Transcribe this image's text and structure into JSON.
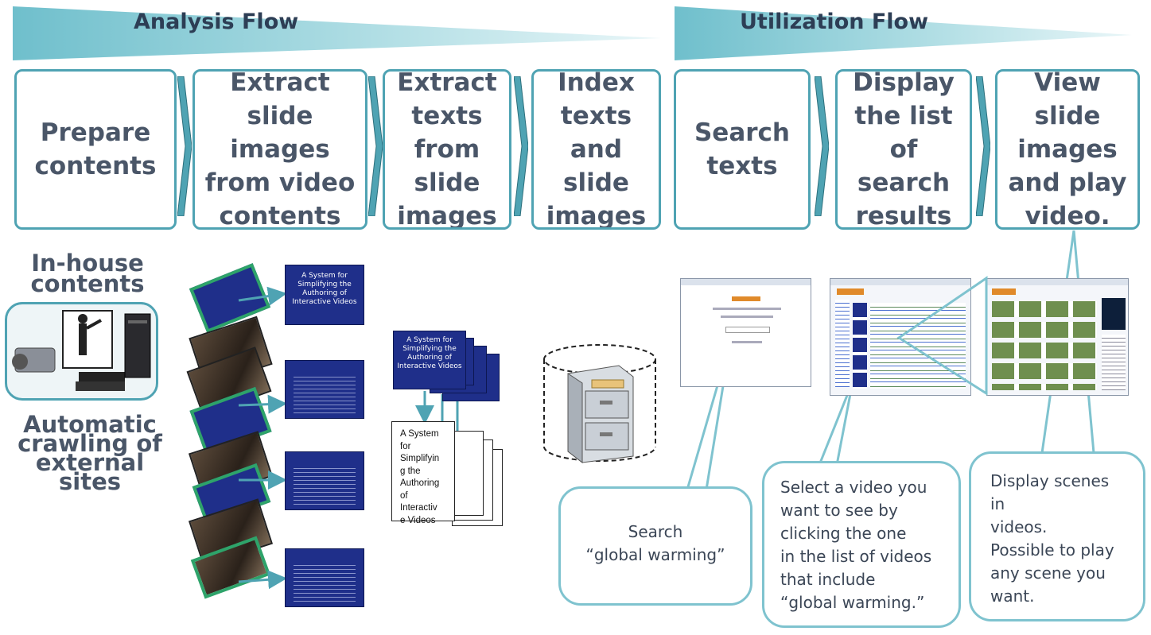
{
  "flows": {
    "analysis": {
      "title": "Analysis Flow"
    },
    "utilization": {
      "title": "Utilization Flow"
    }
  },
  "steps": [
    {
      "label": "Prepare\ncontents"
    },
    {
      "label": "Extract\nslide\nimages\nfrom video\ncontents"
    },
    {
      "label": "Extract\ntexts\nfrom\nslide\nimages"
    },
    {
      "label": "Index\ntexts\nand\nslide\nimages"
    },
    {
      "label": "Search\ntexts"
    },
    {
      "label": "Display\nthe list\nof\nsearch\nresults"
    },
    {
      "label": "View slide\nimages\nand play\nvideo."
    }
  ],
  "sources": {
    "inhouse": "In-house\ncontents",
    "crawling": "Automatic\ncrawling of\nexternal\nsites"
  },
  "slide_title": "A System for\nSimplifying the\nAuthoring of\nInteractive Videos",
  "extracted_text": "A System\nfor\nSimplifyin\ng the\nAuthoring\nof\nInteractiv\ne Videos",
  "bubbles": {
    "search": "Search\n“global warming”",
    "select": "Select a video you\nwant to see by\nclicking the one\nin the list of videos\nthat include\n“global warming.”",
    "display": "Display scenes\nin\nvideos.\nPossible to play\nany scene you\nwant."
  },
  "colors": {
    "teal": "#4fa3b3",
    "text": "#4a5668",
    "slide_blue": "#1f2f8a",
    "frame_green": "#2ea36a"
  }
}
